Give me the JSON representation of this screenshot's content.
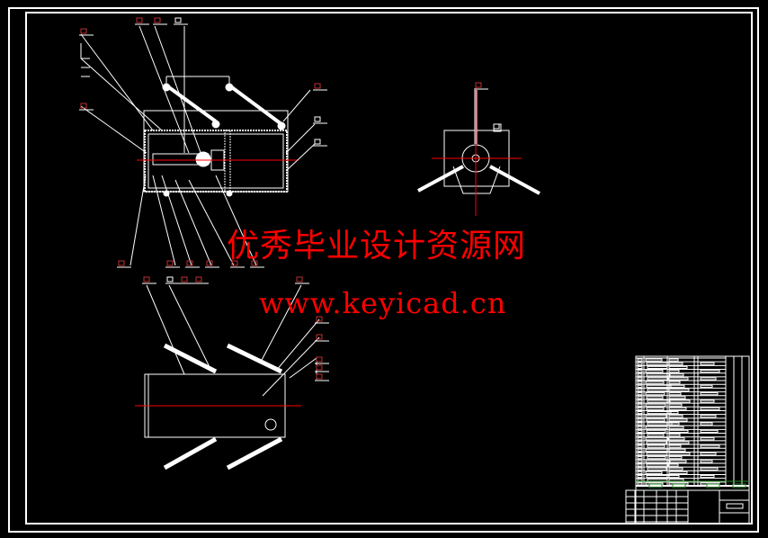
{
  "watermark": {
    "title": "优秀毕业设计资源网",
    "url": "www.keyicad.cn"
  },
  "colors": {
    "background": "#000000",
    "line": "#ffffff",
    "center_line": "#ff0000",
    "leader_tag": "#c03030",
    "title_block_accent": "#2a8a2a"
  },
  "title_block": {
    "parts_rows": 34
  }
}
